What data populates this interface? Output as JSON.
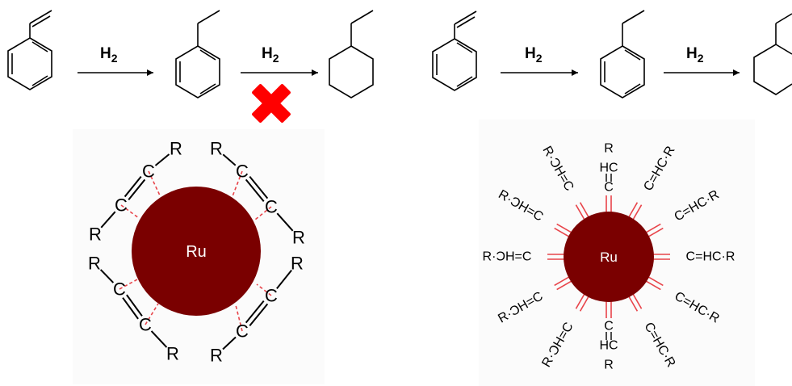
{
  "reaction": {
    "reagent": "H",
    "reagent_subscript": "2",
    "blocked_icon": "red-cross-icon"
  },
  "panels": {
    "left": {
      "metal_label": "Ru",
      "carbon_label": "C",
      "substituent_label": "R"
    },
    "right": {
      "metal_label": "Ru",
      "ligand_prefix_label": "C=",
      "ligand_suffix_label": "HC·R",
      "ligand_label_inverted": "R·CH=C",
      "ligand_label_inverted_display": "R·ƆH=C",
      "ligand_label_vertical": [
        "C",
        "HC",
        "R"
      ]
    }
  },
  "colors": {
    "metal": "#7a0000",
    "coordination_bond": "#e8444a",
    "cross": "#ff0000",
    "ink": "#000000"
  }
}
